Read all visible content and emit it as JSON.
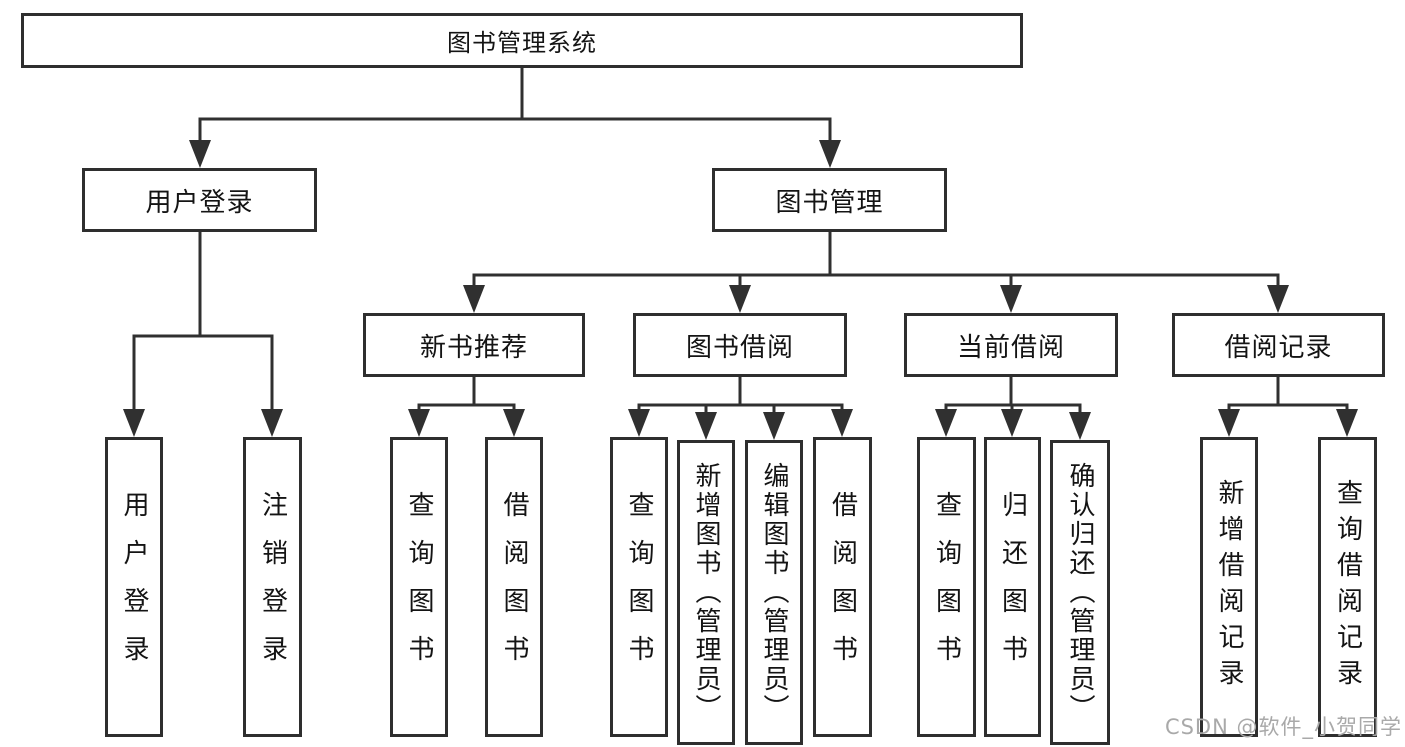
{
  "diagram": {
    "root": {
      "label": "图书管理系统"
    },
    "level2": [
      {
        "label": "用户登录"
      },
      {
        "label": "图书管理"
      }
    ],
    "level3": [
      {
        "label": "新书推荐"
      },
      {
        "label": "图书借阅"
      },
      {
        "label": "当前借阅"
      },
      {
        "label": "借阅记录"
      }
    ],
    "leaves": {
      "user_login": [
        {
          "label": "用户登录"
        },
        {
          "label": "注销登录"
        }
      ],
      "new_books": [
        {
          "label": "查询图书"
        },
        {
          "label": "借阅图书"
        }
      ],
      "borrow": [
        {
          "label": "查询图书"
        },
        {
          "label": "新增图书（管理员）"
        },
        {
          "label": "编辑图书（管理员）"
        },
        {
          "label": "借阅图书"
        }
      ],
      "current": [
        {
          "label": "查询图书"
        },
        {
          "label": "归还图书"
        },
        {
          "label": "确认归还（管理员）"
        }
      ],
      "records": [
        {
          "label": "新增借阅记录"
        },
        {
          "label": "查询借阅记录"
        }
      ]
    },
    "watermark": "CSDN @软件_小贺同学",
    "colors": {
      "line": "#303030",
      "box_border": "#2e2e2e",
      "text": "#141414",
      "watermark": "#a9a9a9",
      "background": "#ffffff"
    }
  }
}
